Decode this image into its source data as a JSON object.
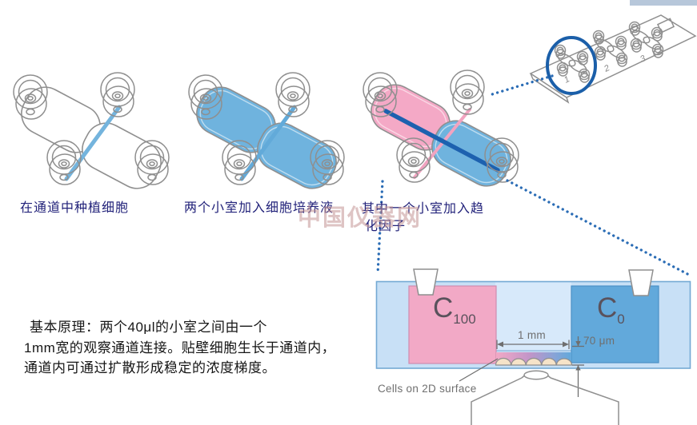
{
  "watermark": {
    "text": "中国仪器网"
  },
  "steps": [
    {
      "caption": "在通道中种植细胞"
    },
    {
      "caption": "两个小室加入细胞培养液"
    },
    {
      "caption": "其中一个小室加入趋",
      "caption_line2": "化因子"
    }
  ],
  "chip": {
    "unit_labels": [
      "1",
      "2",
      "3"
    ]
  },
  "principle": {
    "lines": [
      "基本原理：两个40μl的小室之间由一个",
      "1mm宽的观察通道连接。贴壁细胞生长于通道内，",
      "通道内可通过扩散形成稳定的浓度梯度。"
    ]
  },
  "cross_section": {
    "left_chamber": {
      "base": "C",
      "sub": "100"
    },
    "right_chamber": {
      "base": "C",
      "sub": "0"
    },
    "channel_width_label": "1 mm",
    "channel_height_label": "70 μm",
    "cells_label": "Cells on 2D surface"
  },
  "colors": {
    "caption_navy": "#22227a",
    "text_black": "#161616",
    "watermark_color": "#c49494",
    "chamber_label_gray": "#5a525c",
    "label_gray": "#6f6f6f",
    "topbar_blue": "#b7c7da",
    "outline_gray": "#8f8f8f",
    "chamber_blue": "#6fb3de",
    "chamber_pink": "#f4a9c6",
    "channel_light_blue": "#74b4dd",
    "channel_mid_blue": "#62aad9",
    "channel_dark_blue": "#1d61af",
    "channel_pink": "#f2a3c0",
    "dotted_blue": "#2a6cb5",
    "highlight_blue": "#1b5fa9",
    "slab_blue": "#c8e0f6",
    "slab_border": "#74a9d4",
    "gap_blue": "#d7e9fa",
    "c100_pink": "#f2a9c6",
    "c100_border": "#cf8cb0",
    "c0_blue": "#62a9db",
    "c0_border": "#4a90c6",
    "cell_fill": "#f6e3c8"
  }
}
